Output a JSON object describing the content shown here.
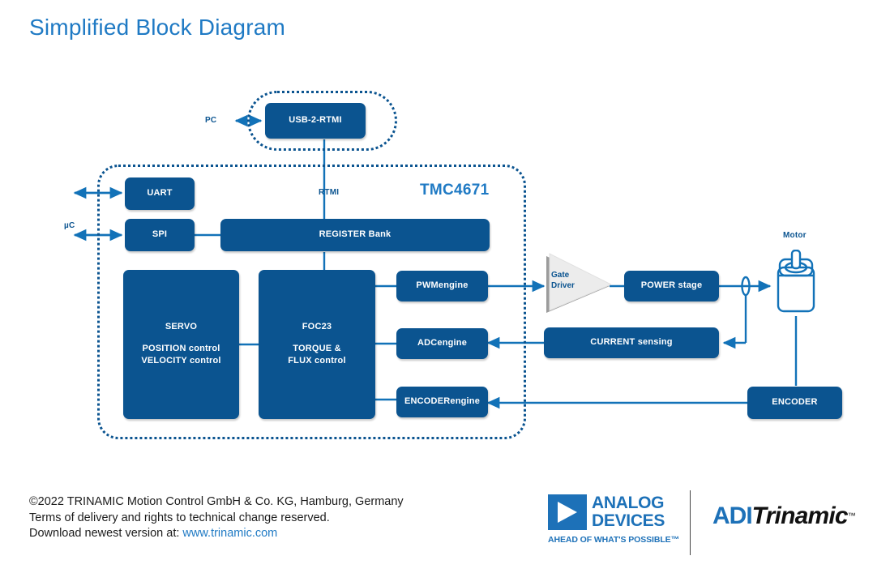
{
  "page": {
    "title": "Simplified Block Diagram",
    "title_color": "#1f7ac4",
    "block_color": "#0b5490",
    "line_color": "#1272b8"
  },
  "diagram": {
    "host_label": "PC",
    "mcu_label": "µC",
    "rtmi_label": "RTMI",
    "chip_label": "TMC4671",
    "motor_label": "Motor",
    "adapter": {
      "label": "USB-2-RTMI"
    },
    "interfaces": [
      {
        "label": "UART"
      },
      {
        "label": "SPI"
      }
    ],
    "register_bank": {
      "label": "REGISTER Bank"
    },
    "servo": {
      "title": "SERVO",
      "line1": "POSITION control",
      "line2": "VELOCITY control"
    },
    "foc": {
      "title": "FOC23",
      "line1": "TORQUE &",
      "line2": "FLUX control"
    },
    "engines": [
      {
        "label": "PWMengine"
      },
      {
        "label": "ADCengine"
      },
      {
        "label": "ENCODERengine"
      }
    ],
    "gate_driver": {
      "line1": "Gate",
      "line2": "Driver"
    },
    "power_stage": {
      "label": "POWER stage"
    },
    "current_sensing": {
      "label": "CURRENT sensing"
    },
    "encoder": {
      "label": "ENCODER"
    }
  },
  "footer": {
    "line1": "©2022 TRINAMIC Motion Control GmbH & Co. KG, Hamburg, Germany",
    "line2": "Terms of delivery and rights to technical change reserved.",
    "line3_prefix": "Download newest version at:",
    "link": "www.trinamic.com",
    "analog_devices": {
      "word_line1": "ANALOG",
      "word_line2": "DEVICES",
      "tagline": "AHEAD OF WHAT'S POSSIBLE™"
    },
    "adi_trinamic": {
      "adi": "ADI",
      "name": "Trinamic",
      "tm": "™"
    }
  }
}
